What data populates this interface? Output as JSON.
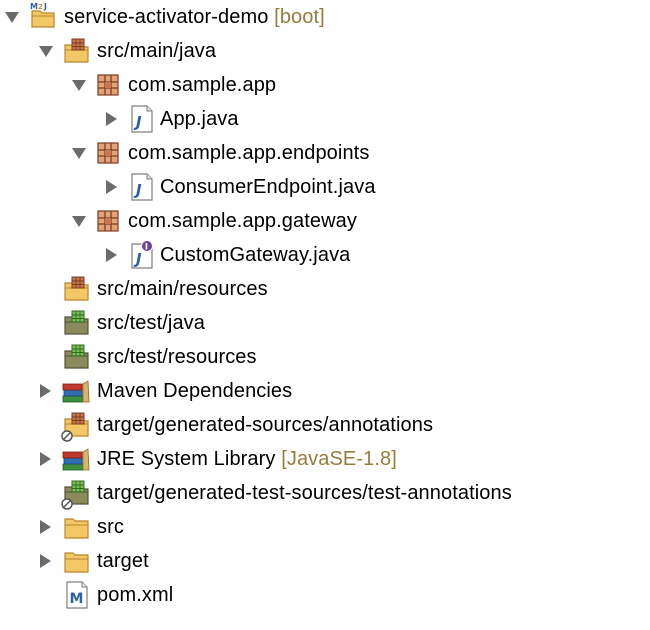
{
  "project": {
    "name": "service-activator-demo",
    "decoration": "[boot]"
  },
  "items": [
    {
      "label": "service-activator-demo",
      "decoration": "[boot]",
      "icon": "maven-project-icon",
      "expanded": true
    },
    {
      "label": "src/main/java",
      "icon": "source-folder-icon",
      "expanded": true
    },
    {
      "label": "com.sample.app",
      "icon": "package-icon",
      "expanded": true
    },
    {
      "label": "App.java",
      "icon": "java-file-icon",
      "expanded": false
    },
    {
      "label": "com.sample.app.endpoints",
      "icon": "package-icon",
      "expanded": true
    },
    {
      "label": "ConsumerEndpoint.java",
      "icon": "java-file-icon",
      "expanded": false
    },
    {
      "label": "com.sample.app.gateway",
      "icon": "package-icon",
      "expanded": true
    },
    {
      "label": "CustomGateway.java",
      "icon": "java-interface-file-icon",
      "expanded": false
    },
    {
      "label": "src/main/resources",
      "icon": "source-folder-icon"
    },
    {
      "label": "src/test/java",
      "icon": "test-source-folder-icon"
    },
    {
      "label": "src/test/resources",
      "icon": "test-source-folder-icon"
    },
    {
      "label": "Maven Dependencies",
      "icon": "library-icon",
      "expanded": false
    },
    {
      "label": "target/generated-sources/annotations",
      "icon": "optional-source-folder-icon"
    },
    {
      "label": "JRE System Library",
      "decoration": "[JavaSE-1.8]",
      "icon": "library-icon",
      "expanded": false
    },
    {
      "label": "target/generated-test-sources/test-annotations",
      "icon": "optional-test-source-folder-icon"
    },
    {
      "label": "src",
      "icon": "folder-icon",
      "expanded": false
    },
    {
      "label": "target",
      "icon": "folder-icon",
      "expanded": false
    },
    {
      "label": "pom.xml",
      "icon": "maven-pom-icon"
    }
  ],
  "colors": {
    "folder": "#f3c766",
    "folder_stroke": "#b8862b",
    "package": "#c9774c",
    "test_folder": "#8a8a5c",
    "java_blue": "#2e5fae",
    "library_book_red": "#c0392b",
    "library_book_green": "#3a8f3a",
    "library_book_blue": "#2f6db5",
    "decoration_text": "#9a7b3a",
    "twisty": "#6b6b6b"
  }
}
